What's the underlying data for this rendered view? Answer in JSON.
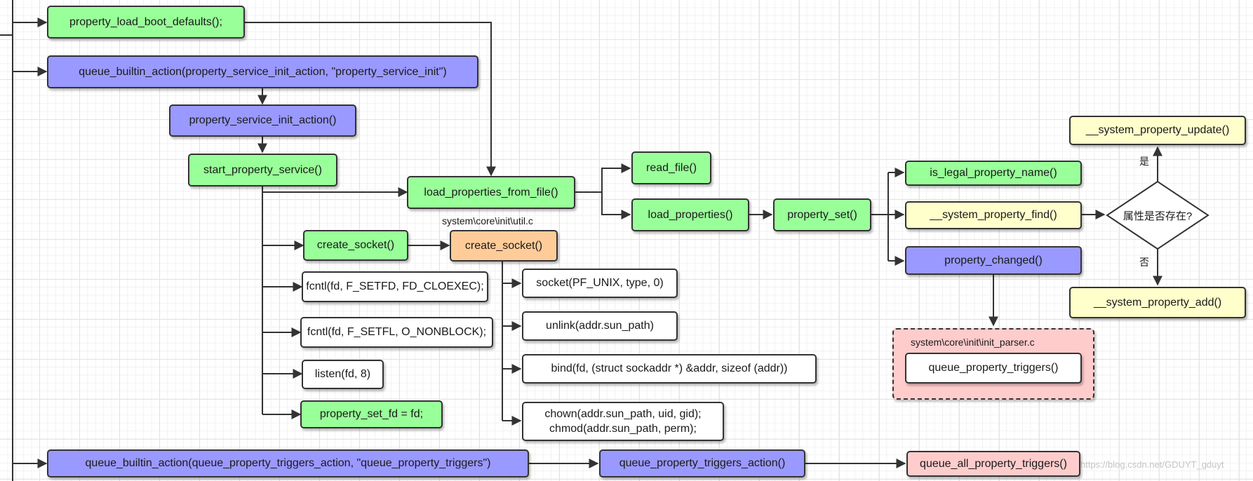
{
  "nodes": {
    "property_load_boot_defaults": "property_load_boot_defaults();",
    "queue_builtin_action_init": "queue_builtin_action(property_service_init_action, \"property_service_init\")",
    "property_service_init_action": "property_service_init_action()",
    "start_property_service": "start_property_service()",
    "load_properties_from_file": "load_properties_from_file()",
    "read_file": "read_file()",
    "load_properties": "load_properties()",
    "property_set": "property_set()",
    "is_legal_property_name": "is_legal_property_name()",
    "system_property_find": "__system_property_find()",
    "property_changed": "property_changed()",
    "system_property_update": "__system_property_update()",
    "system_property_add": "__system_property_add()",
    "decision": "属性是否存在?",
    "create_socket_a": "create_socket()",
    "create_socket_b": "create_socket()",
    "fcntl_setfd": "fcntl(fd, F_SETFD, FD_CLOEXEC);",
    "fcntl_setfl": "fcntl(fd, F_SETFL, O_NONBLOCK);",
    "listen": "listen(fd, 8)",
    "property_set_fd": "property_set_fd = fd;",
    "socket": "socket(PF_UNIX, type, 0)",
    "unlink": "unlink(addr.sun_path)",
    "bind": "bind(fd, (struct sockaddr *) &addr, sizeof (addr))",
    "chown_line1": "chown(addr.sun_path, uid, gid);",
    "chown_line2": "chmod(addr.sun_path, perm);",
    "queue_property_triggers": "queue_property_triggers()",
    "queue_builtin_action_triggers": "queue_builtin_action(queue_property_triggers_action, \"queue_property_triggers\")",
    "queue_property_triggers_action": "queue_property_triggers_action()",
    "queue_all_property_triggers": "queue_all_property_triggers()"
  },
  "labels": {
    "util_path": "system\\core\\init\\util.c",
    "init_parser_path": "system\\core\\init\\init_parser.c",
    "yes": "是",
    "no": "否"
  },
  "watermark": "https://blog.csdn.net/GDUYT_gduyt",
  "colors": {
    "green": "#99ff99",
    "purple": "#9999ff",
    "yellow": "#ffffcc",
    "orange": "#ffcc99",
    "pink": "#ffcccc",
    "white": "#ffffff",
    "line": "#333333"
  }
}
